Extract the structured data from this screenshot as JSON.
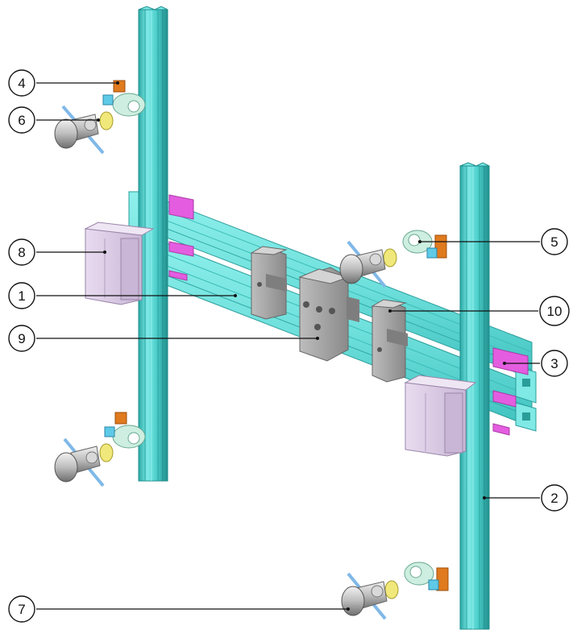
{
  "colors": {
    "extrusion_light": "#7fe9e6",
    "extrusion_mid": "#43c9c6",
    "extrusion_dark": "#1e8f8d",
    "tnut_magenta": "#e45de0",
    "bracket_lilac": "#dccbe6",
    "block_gray": "#9b9b9b",
    "square_nut_orange": "#e07a1e",
    "washer_mint": "#cdeee0",
    "bolt_silver": "#c8c8c8",
    "spring_blue": "#7fb8e8",
    "washer_yellow": "#f0e87a"
  },
  "balloons": [
    {
      "id": "b1",
      "label": "1"
    },
    {
      "id": "b2",
      "label": "2"
    },
    {
      "id": "b3",
      "label": "3"
    },
    {
      "id": "b4",
      "label": "4"
    },
    {
      "id": "b5",
      "label": "5"
    },
    {
      "id": "b6",
      "label": "6"
    },
    {
      "id": "b7",
      "label": "7"
    },
    {
      "id": "b8",
      "label": "8"
    },
    {
      "id": "b9",
      "label": "9"
    },
    {
      "id": "b10",
      "label": "10"
    }
  ]
}
